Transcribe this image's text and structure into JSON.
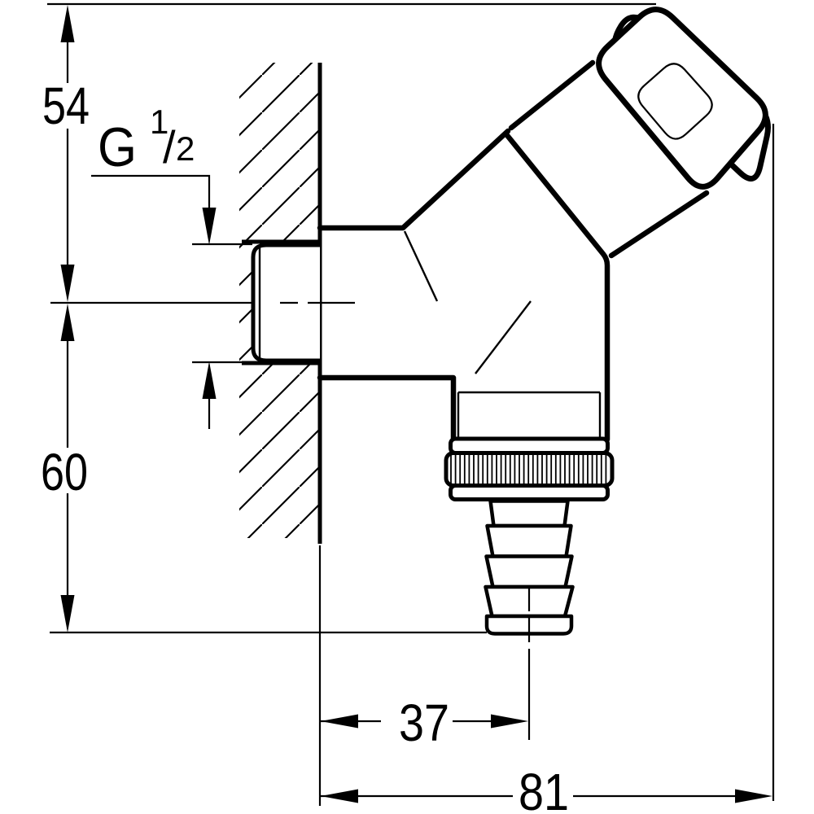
{
  "drawing": {
    "background": "#ffffff",
    "line_color": "#000000",
    "dimensions": {
      "top_height": "54",
      "bottom_height": "60",
      "outlet_offset": "37",
      "total_depth": "81"
    },
    "thread": {
      "base": "G",
      "numerator": "1",
      "slash": "/",
      "denominator": "2"
    }
  }
}
